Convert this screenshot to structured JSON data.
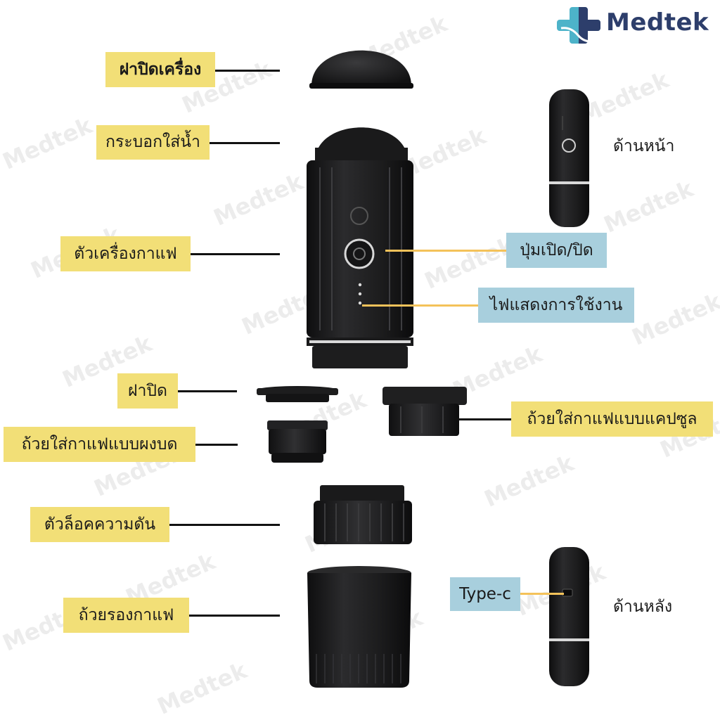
{
  "brand": {
    "name": "Medtek",
    "watermark": "Medtek"
  },
  "labels": {
    "top_lid": "ฝาปิดเครื่อง",
    "water_tank": "กระบอกใส่น้ำ",
    "machine_body": "ตัวเครื่องกาแฟ",
    "power_button": "ปุ่มเปิด/ปิด",
    "indicator_light": "ไฟแสดงการใช้งาน",
    "cap": "ฝาปิด",
    "ground_coffee_cup": "ถ้วยใส่กาแฟแบบผงบด",
    "capsule_cup": "ถ้วยใส่กาแฟแบบแคปซูล",
    "pressure_lock": "ตัวล็อคความดัน",
    "coffee_cup": "ถ้วยรองกาแฟ",
    "type_c": "Type-c",
    "front_view": "ด้านหน้า",
    "back_view": "ด้านหลัง"
  },
  "colors": {
    "label_yellow": "#f2df77",
    "label_blue": "#a8cfdd",
    "leader_orange": "#f4c25a",
    "product_black": "#1b1b1c",
    "logo_blue": "#2d3e6b",
    "logo_teal": "#4db3c9"
  }
}
